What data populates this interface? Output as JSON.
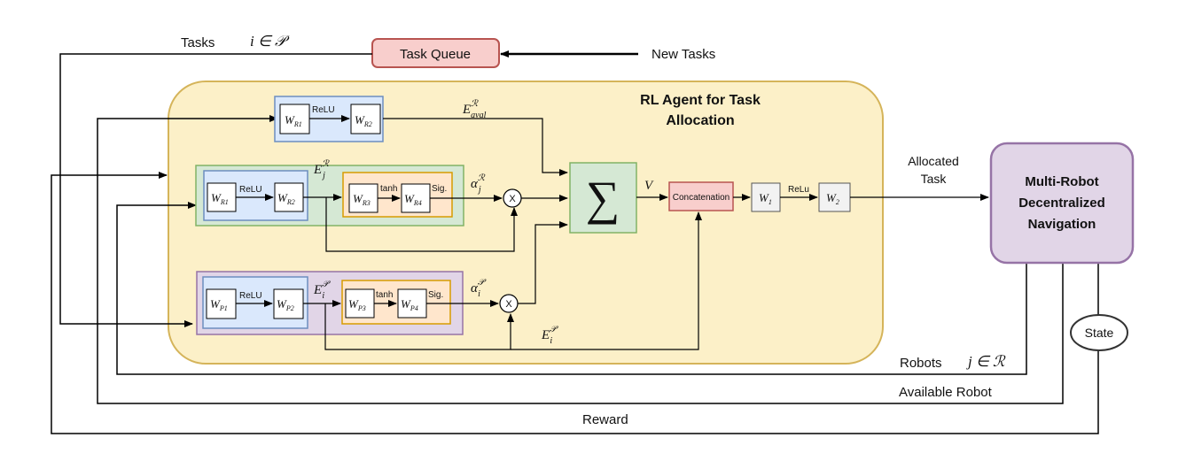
{
  "labels": {
    "tasks": "Tasks",
    "tasks_set": "i ∈ 𝒫",
    "task_queue": "Task Queue",
    "new_tasks": "New Tasks",
    "agent_title_1": "RL Agent for Task",
    "agent_title_2": "Allocation",
    "allocated_1": "Allocated",
    "allocated_2": "Task",
    "nav_1": "Multi-Robot",
    "nav_2": "Decentralized",
    "nav_3": "Navigation",
    "state": "State",
    "robots": "Robots",
    "robots_set": "j ∈ ℛ",
    "available_robot": "Available Robot",
    "reward": "Reward",
    "relu": "ReLU",
    "relu_small": "ReLu",
    "tanh": "tanh",
    "sig": "Sig.",
    "mult": "X",
    "concat": "Concatenation",
    "sum": "∑",
    "v": "V"
  },
  "weights": {
    "wr1": "W",
    "wr1_sub": "R1",
    "wr2": "W",
    "wr2_sub": "R2",
    "wr3": "W",
    "wr3_sub": "R3",
    "wr4": "W",
    "wr4_sub": "R4",
    "wp1": "W",
    "wp1_sub": "P1",
    "wp2": "W",
    "wp2_sub": "P2",
    "wp3": "W",
    "wp3_sub": "P3",
    "wp4": "W",
    "wp4_sub": "P4",
    "w1": "W",
    "w1_sub": "1",
    "w2": "W",
    "w2_sub": "2"
  },
  "embeddings": {
    "e_aval": "E",
    "e_aval_sup": "ℛ",
    "e_aval_sub": "aval",
    "e_j": "E",
    "e_j_sup": "ℛ",
    "e_j_sub": "j",
    "alpha_j": "α",
    "alpha_j_sup": "ℛ",
    "alpha_j_sub": "j",
    "e_i": "E",
    "e_i_sup": "𝒫",
    "e_i_sub": "i",
    "alpha_i": "α",
    "alpha_i_sup": "𝒫",
    "alpha_i_sub": "i",
    "e_i2": "E",
    "e_i2_sup": "𝒫",
    "e_i2_sub": "i"
  },
  "colors": {
    "agent_fill": "#fcf0c8",
    "agent_stroke": "#d5b45a",
    "queue_fill": "#f8cecc",
    "queue_stroke": "#b85450",
    "blue_fill": "#dae8fc",
    "blue_stroke": "#6c8ebf",
    "green_fill": "#d5e8d4",
    "green_stroke": "#82b366",
    "orange_fill": "#ffe6cc",
    "orange_stroke": "#d79b00",
    "purple_fill": "#e1d5e7",
    "purple_stroke": "#9673a6"
  }
}
